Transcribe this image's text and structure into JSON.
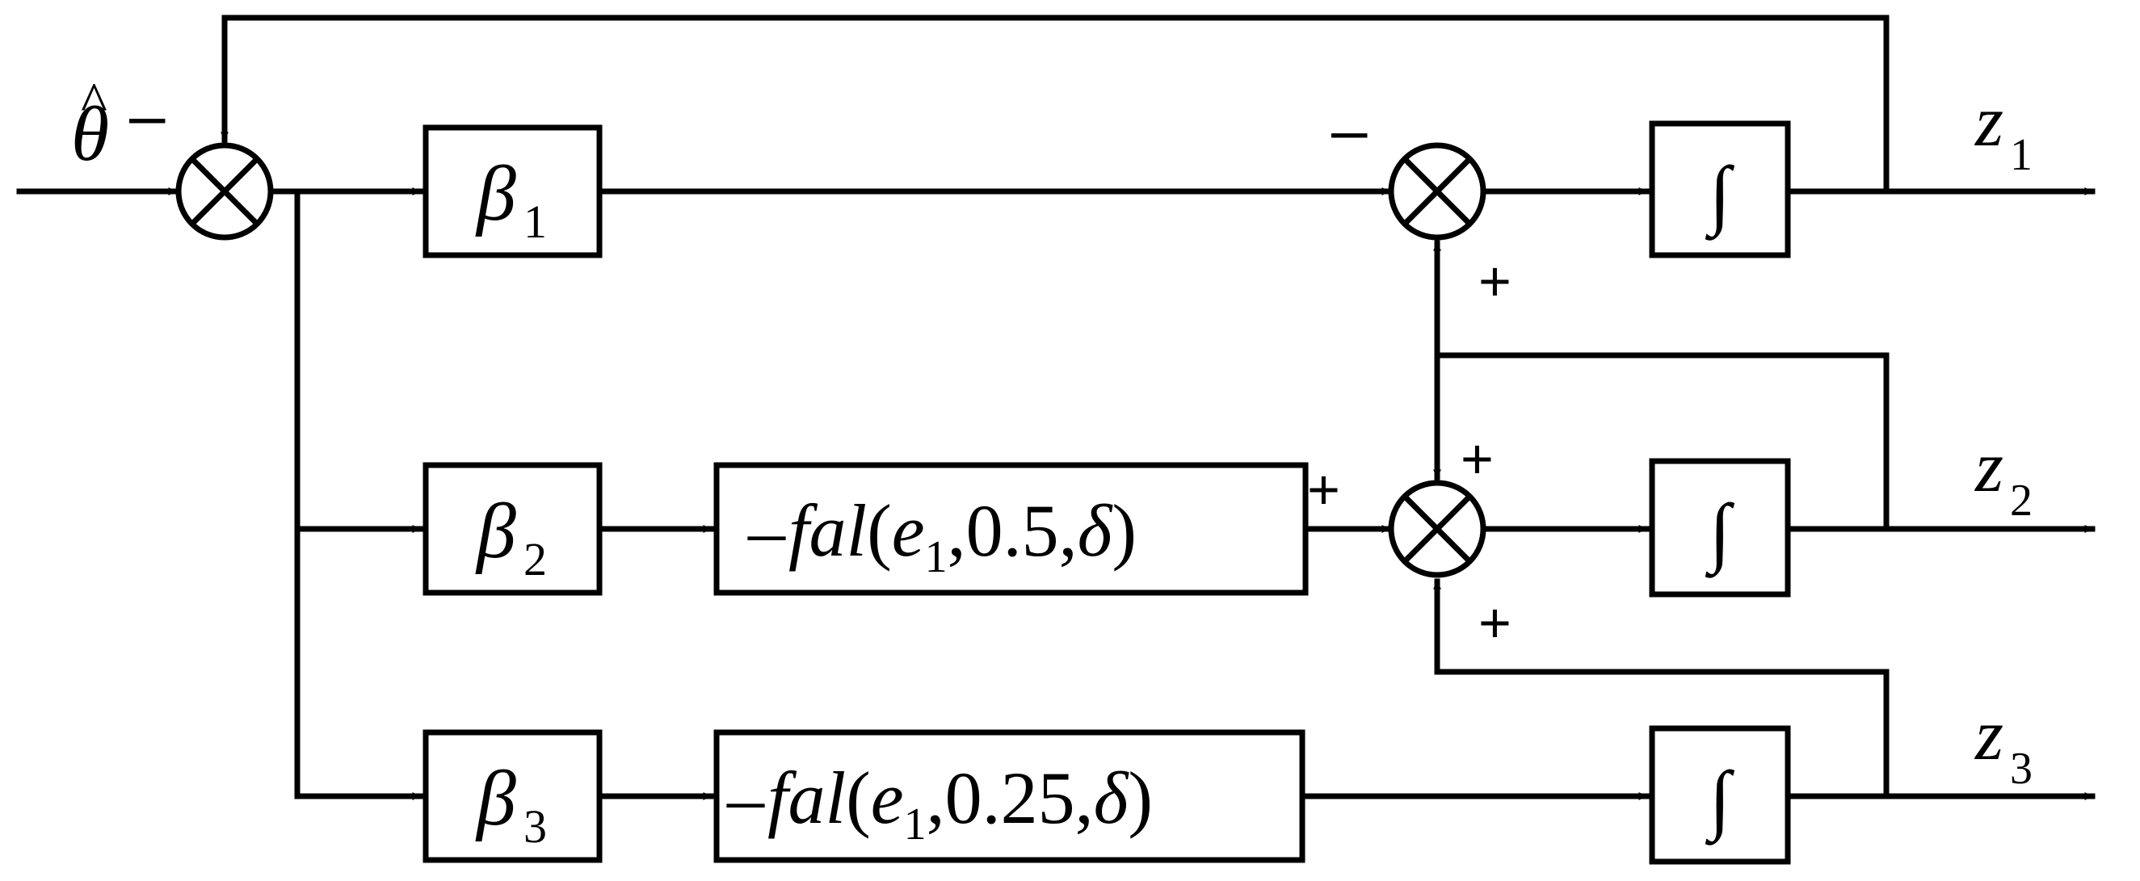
{
  "input": {
    "symbol": "θ",
    "hat": "^",
    "sign": "–"
  },
  "gains": [
    {
      "symbol": "β",
      "sub": "1"
    },
    {
      "symbol": "β",
      "sub": "2"
    },
    {
      "symbol": "β",
      "sub": "3"
    }
  ],
  "fal_blocks": [
    {
      "lead": "–",
      "fn": "fal",
      "open": "(",
      "arg_var": "e",
      "arg_sub": "1",
      "mid": ",0.5,",
      "delta": "δ",
      "close": ")"
    },
    {
      "lead": "–",
      "fn": "fal",
      "open": "(",
      "arg_var": "e",
      "arg_sub": "1",
      "mid": ",0.25,",
      "delta": "δ",
      "close": ")"
    }
  ],
  "integrator": {
    "symbol": "∫"
  },
  "sum1": {
    "left_sign": "–",
    "bottom_sign": "+"
  },
  "sum2": {
    "left_sign": "+",
    "top_sign": "+",
    "bottom_sign": "+"
  },
  "outputs": [
    {
      "symbol": "z",
      "sub": "1"
    },
    {
      "symbol": "z",
      "sub": "2"
    },
    {
      "symbol": "z",
      "sub": "3"
    }
  ]
}
